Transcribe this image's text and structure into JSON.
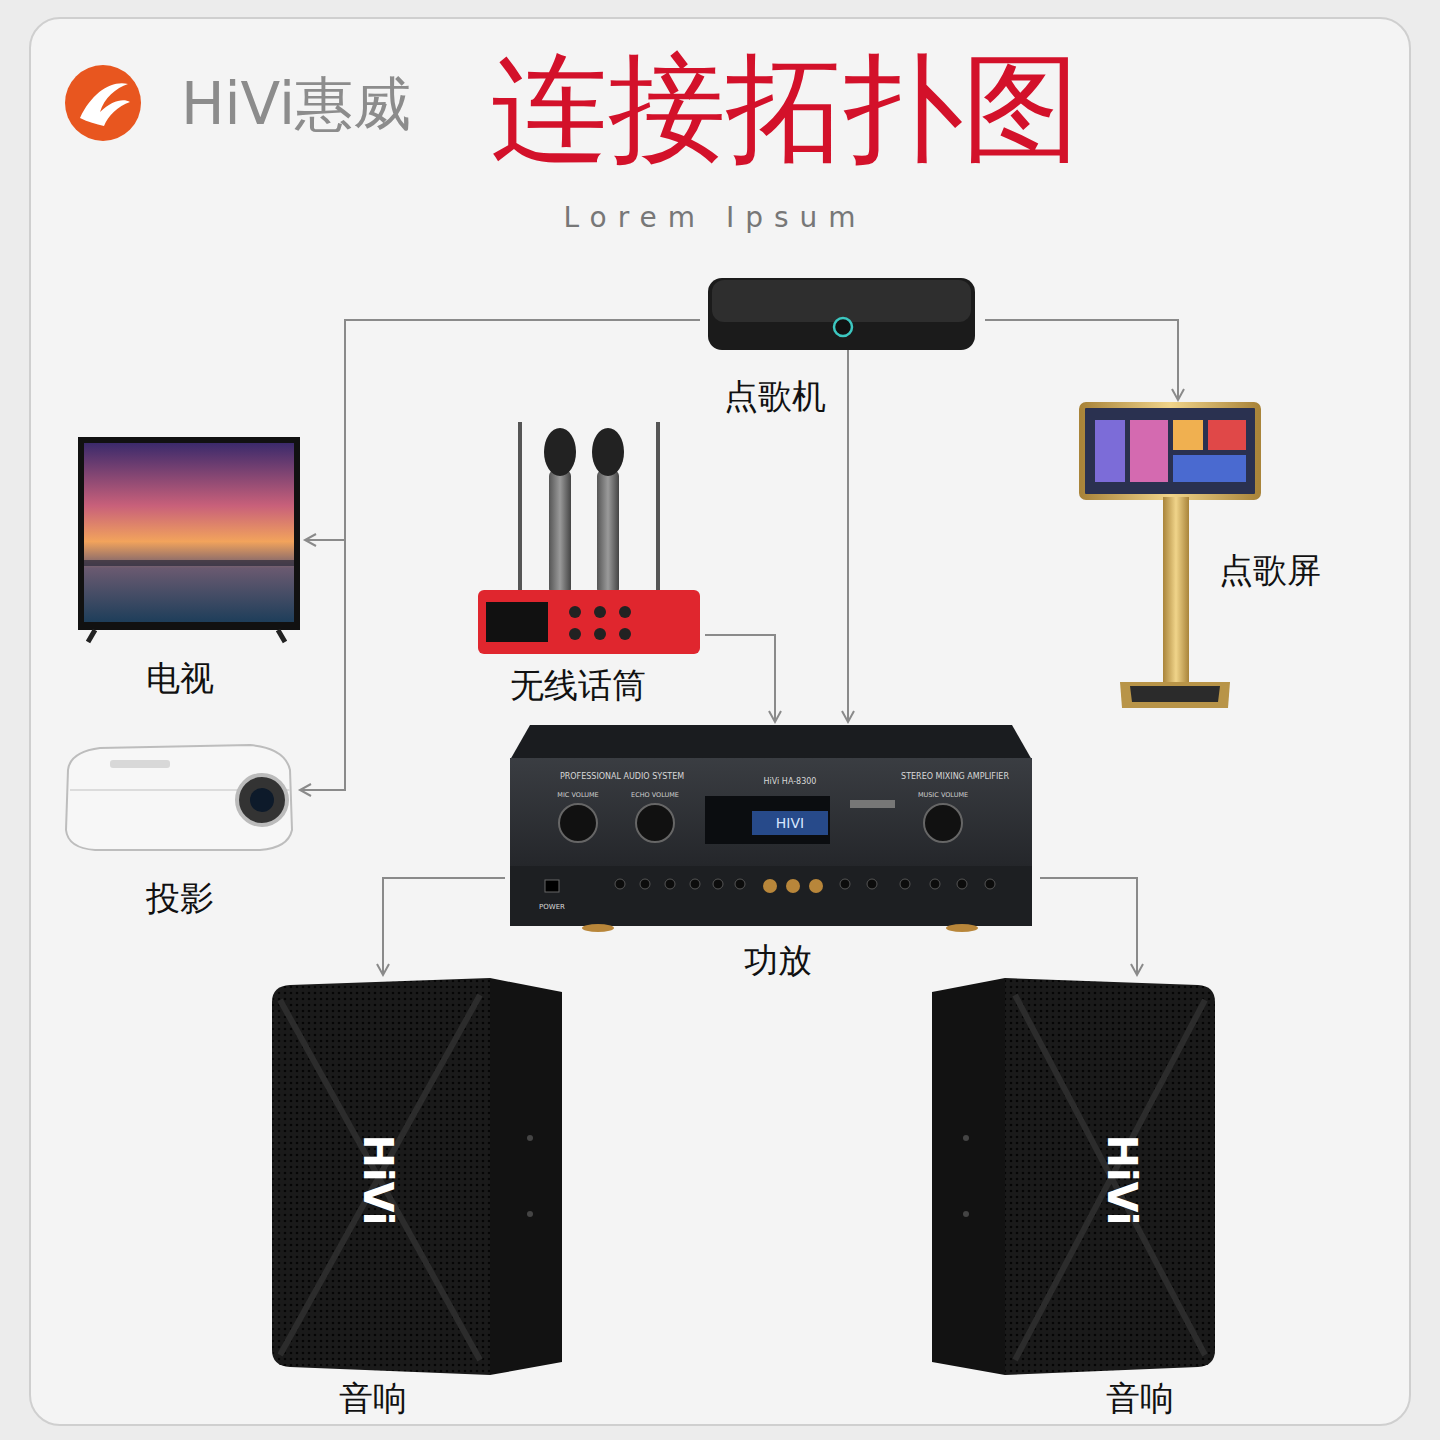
{
  "diagram": {
    "title": "连接拓扑图",
    "nodes": [
      {
        "text": [
          "点歌机"
        ]
      },
      {
        "text": [
          "电视"
        ]
      },
      {
        "text": [
          "投影"
        ]
      },
      {
        "text": [
          "点歌屏"
        ]
      },
      {
        "text": [
          "无线话筒"
        ]
      },
      {
        "text": [
          "功放"
        ]
      },
      {
        "text": [
          "音响"
        ]
      },
      {
        "text": [
          "音响"
        ]
      }
    ],
    "edges": [
      {
        "from": 0,
        "to": 1,
        "arrow": "to"
      },
      {
        "from": 0,
        "to": 2,
        "arrow": "to"
      },
      {
        "from": 0,
        "to": 3,
        "arrow": "to"
      },
      {
        "from": 0,
        "to": 5,
        "arrow": "to"
      },
      {
        "from": 4,
        "to": 5,
        "arrow": "to"
      },
      {
        "from": 5,
        "to": 6,
        "arrow": "to"
      },
      {
        "from": 5,
        "to": 7,
        "arrow": "to"
      }
    ],
    "labels": [
      "HiVi惠威",
      "Lorem Ipsum",
      "PROFESSIONAL AUDIO SYSTEM",
      "HiVi HA-8300",
      "STEREO MIXING AMPLIFIER",
      "MIC VOLUME",
      "ECHO VOLUME",
      "MUSIC VOLUME",
      "HIVI",
      "POWER",
      "HiVi",
      "HiVi"
    ]
  }
}
